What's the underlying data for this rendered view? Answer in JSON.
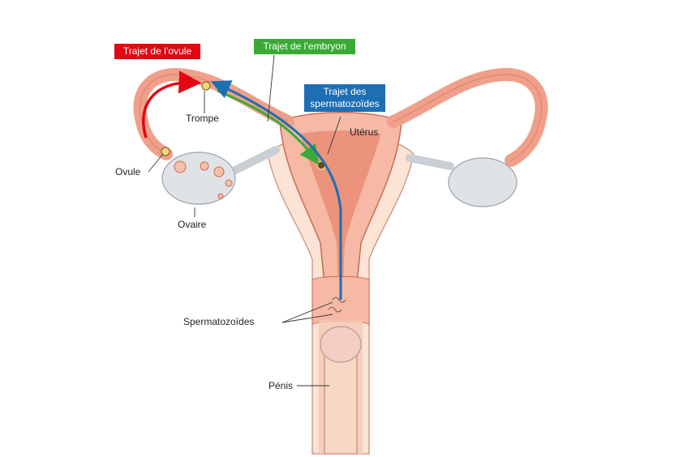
{
  "callouts": {
    "ovule_path": "Trajet de l’ovule",
    "embryo_path": "Trajet de l’embryon",
    "sperm_path_line1": "Trajet des",
    "sperm_path_line2": "spermatozoïdes"
  },
  "labels": {
    "trompe": "Trompe",
    "uterus": "Utérus",
    "ovule": "Ovule",
    "ovaire": "Ovaire",
    "spermatozoides": "Spermatozoïdes",
    "penis": "Pénis"
  },
  "colors": {
    "ovule_path": "#e30613",
    "embryo_path": "#3aaa35",
    "sperm_path": "#1e6eb4",
    "tissue": "#f5b9a5",
    "tissue_dark": "#e8836a",
    "skin": "#fbe3d5",
    "ovary": "#dfe3e6"
  }
}
